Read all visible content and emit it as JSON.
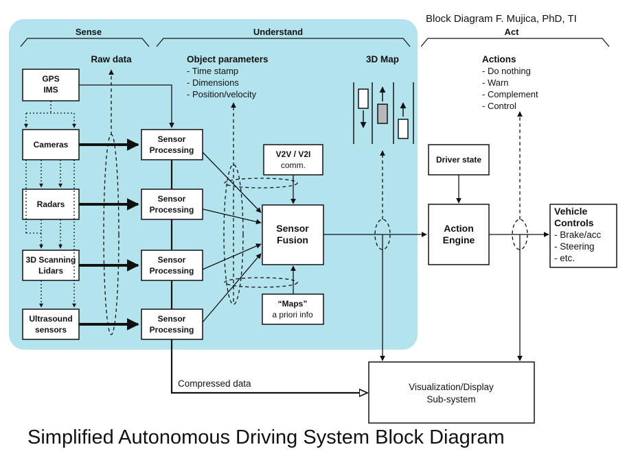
{
  "credit": "Block Diagram F. Mujica, PhD, TI",
  "caption": "Simplified Autonomous Driving System Block Diagram",
  "sections": {
    "sense": "Sense",
    "understand": "Understand",
    "act": "Act"
  },
  "labels": {
    "raw_data": "Raw data",
    "object_params_title": "Object parameters",
    "object_params": [
      "- Time stamp",
      "- Dimensions",
      "- Position/velocity"
    ],
    "map_3d": "3D Map",
    "actions_title": "Actions",
    "actions": [
      "- Do nothing",
      "- Warn",
      "- Complement",
      "- Control"
    ],
    "compressed_data": "Compressed data"
  },
  "sensors": [
    {
      "lines": [
        "GPS",
        "IMS"
      ]
    },
    {
      "lines": [
        "Cameras"
      ]
    },
    {
      "lines": [
        "Radars"
      ]
    },
    {
      "lines": [
        "3D Scanning",
        "Lidars"
      ]
    },
    {
      "lines": [
        "Ultrasound",
        "sensors"
      ]
    }
  ],
  "processing": [
    {
      "lines": [
        "Sensor",
        "Processing"
      ]
    },
    {
      "lines": [
        "Sensor",
        "Processing"
      ]
    },
    {
      "lines": [
        "Sensor",
        "Processing"
      ]
    },
    {
      "lines": [
        "Sensor",
        "Processing"
      ]
    }
  ],
  "v2v": [
    "V2V / V2I",
    "comm."
  ],
  "maps": [
    "“Maps”",
    "a priori info"
  ],
  "fusion": [
    "Sensor",
    "Fusion"
  ],
  "driver_state": "Driver state",
  "action_engine": [
    "Action",
    "Engine"
  ],
  "vehicle_controls": {
    "title": [
      "Vehicle",
      "Controls"
    ],
    "items": [
      "- Brake/acc",
      "- Steering",
      "- etc."
    ]
  },
  "visualization": [
    "Visualization/Display",
    "Sub-system"
  ],
  "colors": {
    "panel": "#b3e3ec",
    "stroke": "#111111",
    "car_highlight": "#b8b8b8"
  }
}
